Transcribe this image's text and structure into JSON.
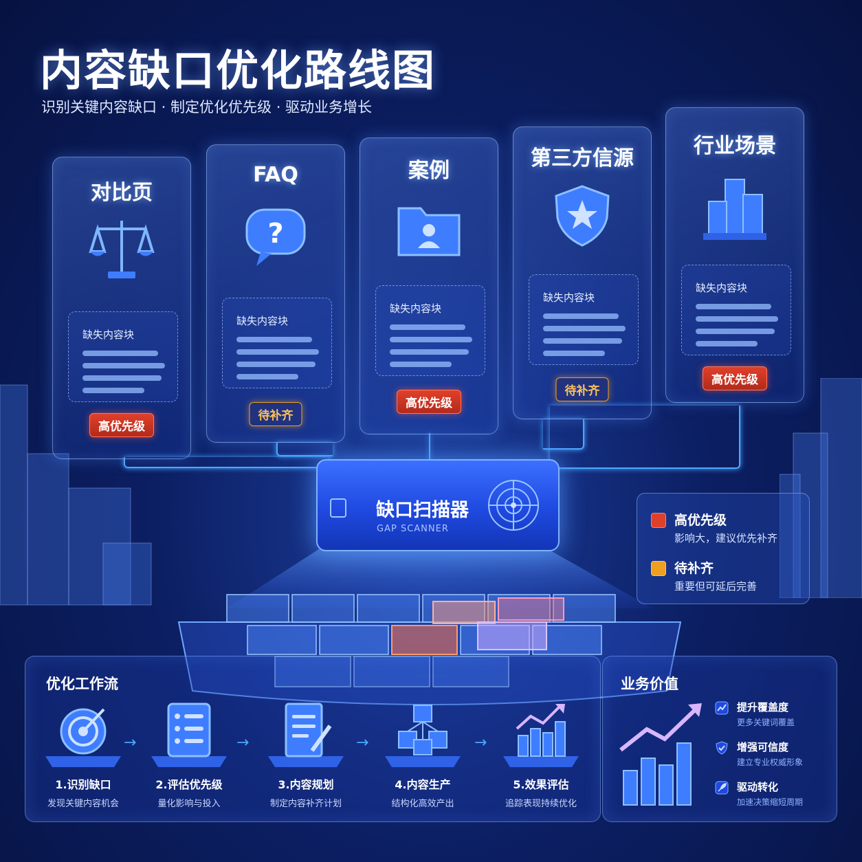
{
  "header": {
    "title": "内容缺口优化路线图",
    "subtitle": "识别关键内容缺口 · 制定优化优先级 · 驱动业务增长"
  },
  "cards": [
    {
      "title": "对比页",
      "icon": "scales-icon",
      "gap_label": "缺失内容块",
      "badge": "高优先级",
      "badge_type": "high"
    },
    {
      "title": "FAQ",
      "icon": "question-bubble-icon",
      "gap_label": "缺失内容块",
      "badge": "待补齐",
      "badge_type": "pending"
    },
    {
      "title": "案例",
      "icon": "case-folder-icon",
      "gap_label": "缺失内容块",
      "badge": "高优先级",
      "badge_type": "high"
    },
    {
      "title": "第三方信源",
      "icon": "shield-star-icon",
      "gap_label": "缺失内容块",
      "badge": "待补齐",
      "badge_type": "pending"
    },
    {
      "title": "行业场景",
      "icon": "buildings-icon",
      "gap_label": "缺失内容块",
      "badge": "高优先级",
      "badge_type": "high"
    }
  ],
  "scanner": {
    "name": "缺口扫描器",
    "sub": "GAP SCANNER",
    "icon": "radar-icon"
  },
  "legend": {
    "items": [
      {
        "title": "高优先级",
        "desc": "影响大，建议优先补齐",
        "color": "#e0402a"
      },
      {
        "title": "待补齐",
        "desc": "重要但可延后完善",
        "color": "#f0a020"
      }
    ]
  },
  "workflow": {
    "title": "优化工作流",
    "steps": [
      {
        "title": "1.识别缺口",
        "desc": "发现关键内容机会",
        "icon": "target-icon"
      },
      {
        "title": "2.评估优先级",
        "desc": "量化影响与投入",
        "icon": "checklist-icon"
      },
      {
        "title": "3.内容规划",
        "desc": "制定内容补齐计划",
        "icon": "document-pen-icon"
      },
      {
        "title": "4.内容生产",
        "desc": "结构化高效产出",
        "icon": "cubes-icon"
      },
      {
        "title": "5.效果评估",
        "desc": "追踪表现持续优化",
        "icon": "growth-chart-icon"
      }
    ]
  },
  "value": {
    "title": "业务价值",
    "items": [
      {
        "title": "提升覆盖度",
        "desc": "更多关键词覆盖",
        "icon": "coverage-icon"
      },
      {
        "title": "增强可信度",
        "desc": "建立专业权威形象",
        "icon": "shield-check-icon"
      },
      {
        "title": "驱动转化",
        "desc": "加速决策缩短周期",
        "icon": "rocket-icon"
      }
    ]
  },
  "colors": {
    "accent": "#4aa8ff",
    "high": "#e0402a",
    "pending": "#f0a020"
  }
}
